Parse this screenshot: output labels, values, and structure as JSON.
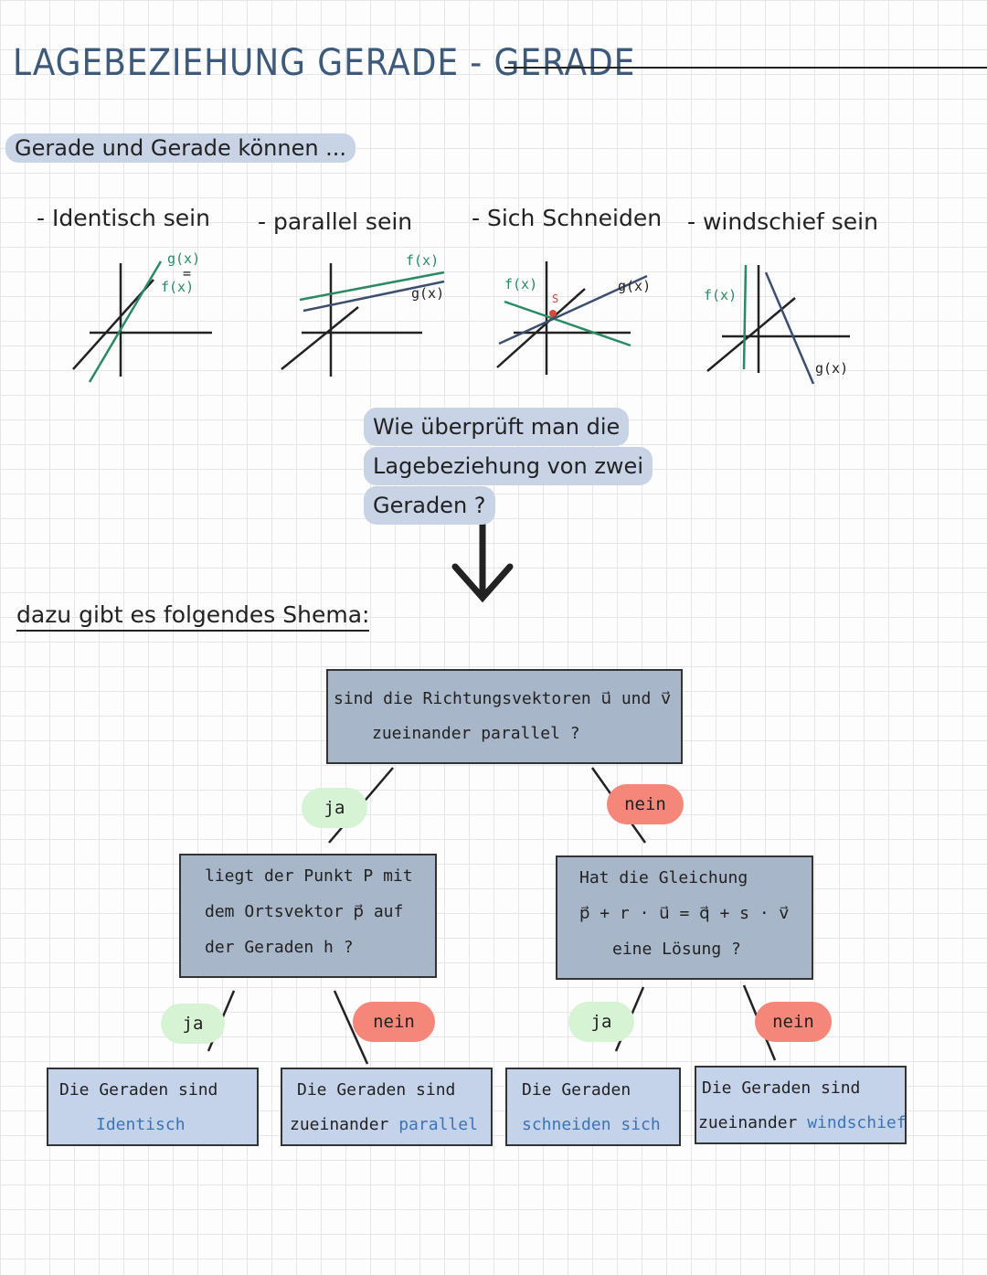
{
  "title": "LAGEBEZIEHUNG GERADE - GERADE",
  "intro": "Gerade und Gerade können ...",
  "cases": [
    {
      "label": "- Identisch sein",
      "labels": [
        "g(x)",
        "=",
        "f(x)"
      ]
    },
    {
      "label": "- parallel sein",
      "labels": [
        "f(x)",
        "g(x)"
      ]
    },
    {
      "label": "- Sich Schneiden",
      "labels": [
        "f(x)",
        "S",
        "g(x)"
      ]
    },
    {
      "label": "- windschief sein",
      "labels": [
        "f(x)",
        "g(x)"
      ]
    }
  ],
  "question": [
    "Wie überprüft man die",
    "Lagebeziehung von zwei",
    "Geraden ?"
  ],
  "scheme_intro": "dazu gibt es folgendes Shema:",
  "flow": {
    "root": [
      "sind die Richtungsvektoren u⃗ und v⃗",
      "zueinander parallel ?"
    ],
    "yes": "ja",
    "no": "nein",
    "left_q": [
      "liegt der Punkt P mit",
      "dem Ortsvektor p⃗ auf",
      "der Geraden h ?"
    ],
    "right_q": [
      "Hat die Gleichung",
      "p⃗ + r · u⃗ = q⃗ + s · v⃗",
      "eine Lösung ?"
    ],
    "results": [
      {
        "line1": "Die Geraden sind",
        "line2": "Identisch"
      },
      {
        "line1": "Die Geraden sind",
        "line2_prefix": "zueinander",
        "line2": "parallel"
      },
      {
        "line1": "Die Geraden",
        "line2": "schneiden sich"
      },
      {
        "line1": "Die Geraden sind",
        "line2_prefix": "zueinander",
        "line2": "windschief"
      }
    ]
  },
  "colors": {
    "green": "#2a8a62",
    "navy": "#3d4f6e",
    "red": "#d9463a",
    "accent": "#3a74b8"
  }
}
